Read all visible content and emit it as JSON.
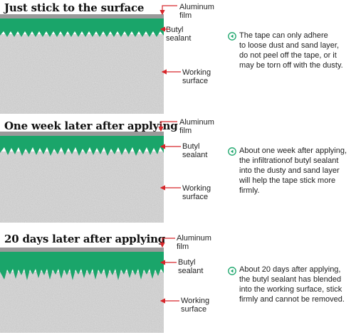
{
  "panels": [
    {
      "title": "Just stick to the surface",
      "labels": {
        "film": "Aluminum\nfilm",
        "sealant": "Butyl\nsealant",
        "surface": "Working\nsurface"
      },
      "description": "The tape can only adhere\nto loose dust and sand layer,\ndo not peel off the tape, or it\nmay be torn off with the dusty."
    },
    {
      "title": "One week later after applying",
      "labels": {
        "film": "Aluminum\nfilm",
        "sealant": "Butyl\nsealant",
        "surface": "Working\nsurface"
      },
      "description": "About one week after applying,\nthe infiltrationof butyl sealant\ninto the dusty and sand layer\nwill help the tape stick more\nfirmly."
    },
    {
      "title": "20 days later after applying",
      "labels": {
        "film": "Aluminum\nfilm",
        "sealant": "Butyl\nsealant",
        "surface": "Working\nsurface"
      },
      "description": "About 20 days after applying,\nthe butyl sealant has blended\ninto the working surface, stick\nfirmly and cannot be removed."
    }
  ],
  "colors": {
    "film": "#9a9a9a",
    "sealant": "#1aa56a",
    "leader": "#d6262a",
    "bullet": "#1aa56a"
  }
}
